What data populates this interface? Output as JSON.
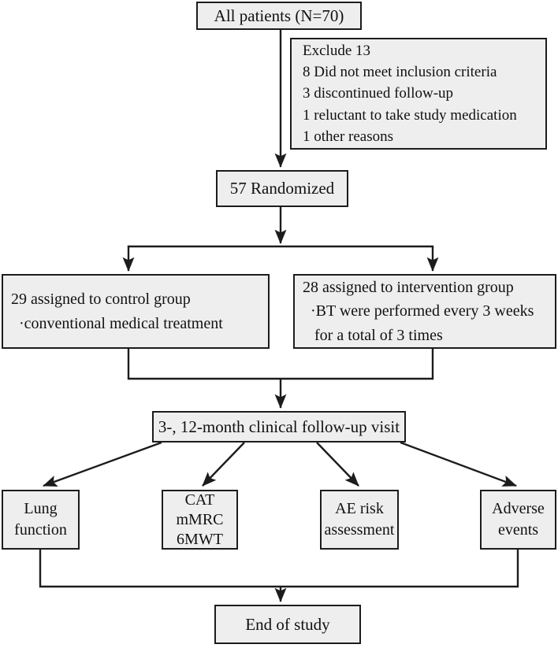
{
  "diagram": {
    "title": "CONSORT-style participant flow diagram",
    "theme": {
      "box_fill": "#eeeeee",
      "box_border": "#1c1c1c",
      "connector": "#1c1c1c",
      "background": "#ffffff",
      "text": "#111111"
    }
  },
  "nodes": {
    "all_patients": {
      "text": "All patients (N=70)"
    },
    "exclusions": {
      "lines": [
        "Exclude 13",
        "8 Did not meet inclusion criteria",
        "3 discontinued follow-up",
        "1 reluctant to take study medication",
        "1 other reasons"
      ]
    },
    "randomized": {
      "text": "57 Randomized"
    },
    "control_group": {
      "lines": [
        "29 assigned to control group",
        "  ·conventional medical treatment"
      ]
    },
    "intervention_group": {
      "lines": [
        "28 assigned to intervention group",
        "  ·BT were performed every 3 weeks",
        "   for a total of 3 times"
      ]
    },
    "followup_visit": {
      "text": "3-, 12-month clinical follow-up visit"
    },
    "lung_function": {
      "lines": [
        "Lung",
        "function"
      ]
    },
    "cat_scores": {
      "lines": [
        "CAT",
        "mMRC",
        "6MWT"
      ]
    },
    "ae_risk": {
      "lines": [
        "AE risk",
        "assessment"
      ]
    },
    "adverse_events": {
      "lines": [
        "Adverse",
        "events"
      ]
    },
    "end_of_study": {
      "text": "End of study"
    }
  }
}
